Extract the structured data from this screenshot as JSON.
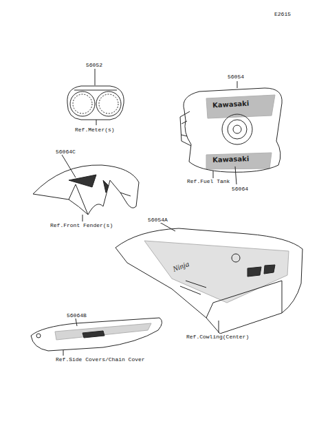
{
  "diagram": {
    "labels": [
      "E2615",
      "56052",
      "Ref.Meter(s)",
      "56054",
      "Ref.Fuel Tank",
      "56064",
      "56064C",
      "Ref.Front Fender(s)",
      "56054A",
      "Ref.Cowling(Center)",
      "56064B",
      "Ref.Side Covers/Chain Cover",
      "Kawasaki",
      "Kawasaki",
      "Ninja"
    ]
  }
}
